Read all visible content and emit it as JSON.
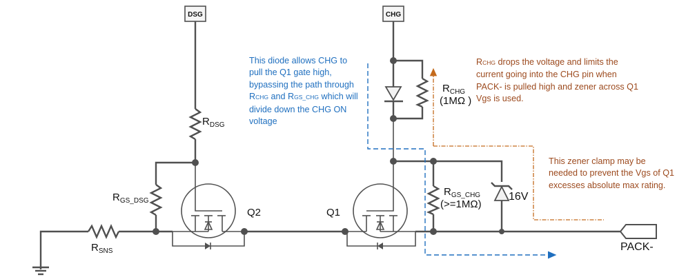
{
  "diagram": {
    "type": "schematic",
    "pins": {
      "dsg": "DSG",
      "chg": "CHG",
      "pack": "PACK-"
    },
    "components": {
      "q1": "Q1",
      "q2": "Q2",
      "r_dsg": {
        "main": "R",
        "sub": "DSG"
      },
      "r_gs_dsg": {
        "main": "R",
        "sub": "GS_DSG"
      },
      "r_sns": {
        "main": "R",
        "sub": "SNS"
      },
      "r_chg": {
        "main": "R",
        "sub": "CHG",
        "value": "(1MΩ )"
      },
      "r_gs_chg": {
        "main": "R",
        "sub": "GS_CHG",
        "value": "(>=1MΩ)"
      },
      "zener": "16V"
    },
    "notes": {
      "diode_note": {
        "lines": [
          "This diode allows CHG to",
          "pull the Q1 gate high,",
          "bypassing the path through"
        ],
        "line4_r1": "R",
        "line4_r1_sub": "CHG",
        "line4_and": " and ",
        "line4_r2": "R",
        "line4_r2_sub": "GS_CHG",
        "line4_rest": " which will",
        "line5": "divide down the CHG ON",
        "line6": "voltage",
        "color": "#1f6fbf"
      },
      "rchg_note": {
        "line1_r": "R",
        "line1_sub": "CHG",
        "line1_rest": " drops the voltage and limits the",
        "line2": "current going into the CHG pin when",
        "line3": "PACK- is pulled high and zener across Q1",
        "line4": "Vgs is used.",
        "color": "#9c4a1e"
      },
      "zener_note": {
        "lines": [
          "This zener clamp may be",
          "needed to prevent the Vgs of Q1",
          "excesses absolute max rating."
        ],
        "color": "#9c4a1e"
      }
    },
    "colors": {
      "wire": "#505050",
      "blue_path": "#1f6fbf",
      "orange_path": "#c46a1c"
    }
  }
}
